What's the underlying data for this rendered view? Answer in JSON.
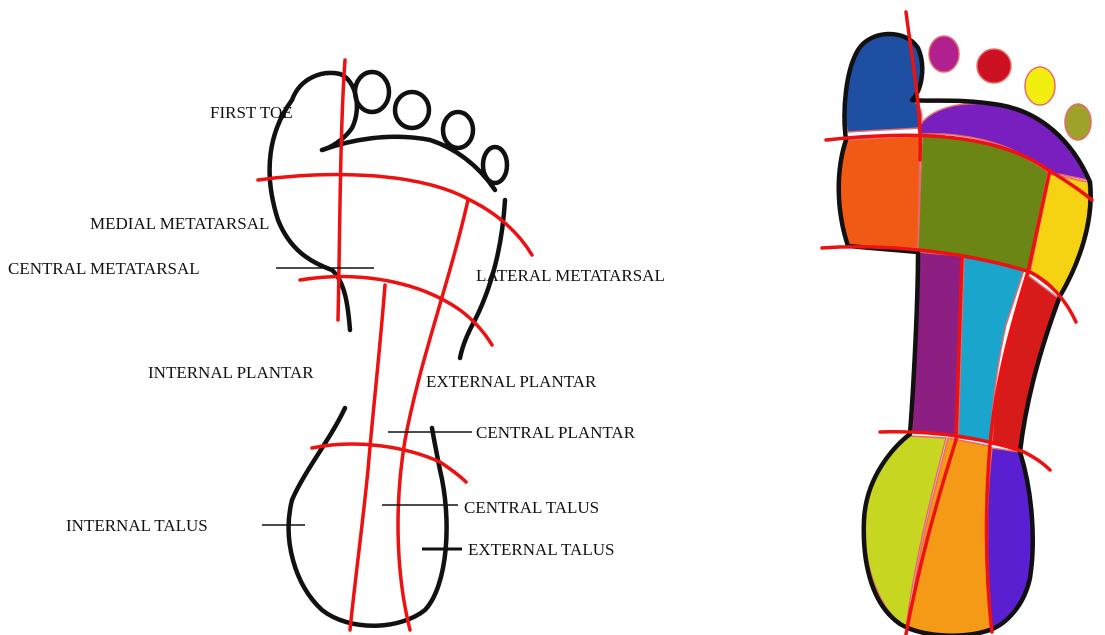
{
  "labels": {
    "first_toe": "FIRST TOE",
    "medial_metatarsal": "MEDIAL METATARSAL",
    "central_metatarsal": "CENTRAL METATARSAL",
    "lateral_metatarsal": "LATERAL METATARSAL",
    "internal_plantar": "INTERNAL PLANTAR",
    "external_plantar": "EXTERNAL PLANTAR",
    "central_plantar": "CENTRAL PLANTAR",
    "central_talus": "CENTRAL TALUS",
    "internal_talus": "INTERNAL TALUS",
    "external_talus": "EXTERNAL TALUS"
  },
  "colors": {
    "outline": "#111111",
    "division_lines": "#ee1111",
    "region_first_toe": "#1f4fa3",
    "region_toe_2": "#b0208f",
    "region_toe_3": "#cc1122",
    "region_toe_4": "#f2ee10",
    "region_toe_5": "#9ea12a",
    "region_lateral_forefoot_band": "#7a1fbf",
    "region_medial_metatarsal": "#f15a14",
    "region_central_metatarsal": "#6b8614",
    "region_lateral_metatarsal": "#f5d312",
    "region_internal_plantar": "#8e1f82",
    "region_central_plantar": "#1aa6cc",
    "region_external_plantar": "#d71a1a",
    "region_internal_talus": "#c7d620",
    "region_central_talus": "#f59a16",
    "region_external_talus": "#5a1fd0"
  }
}
